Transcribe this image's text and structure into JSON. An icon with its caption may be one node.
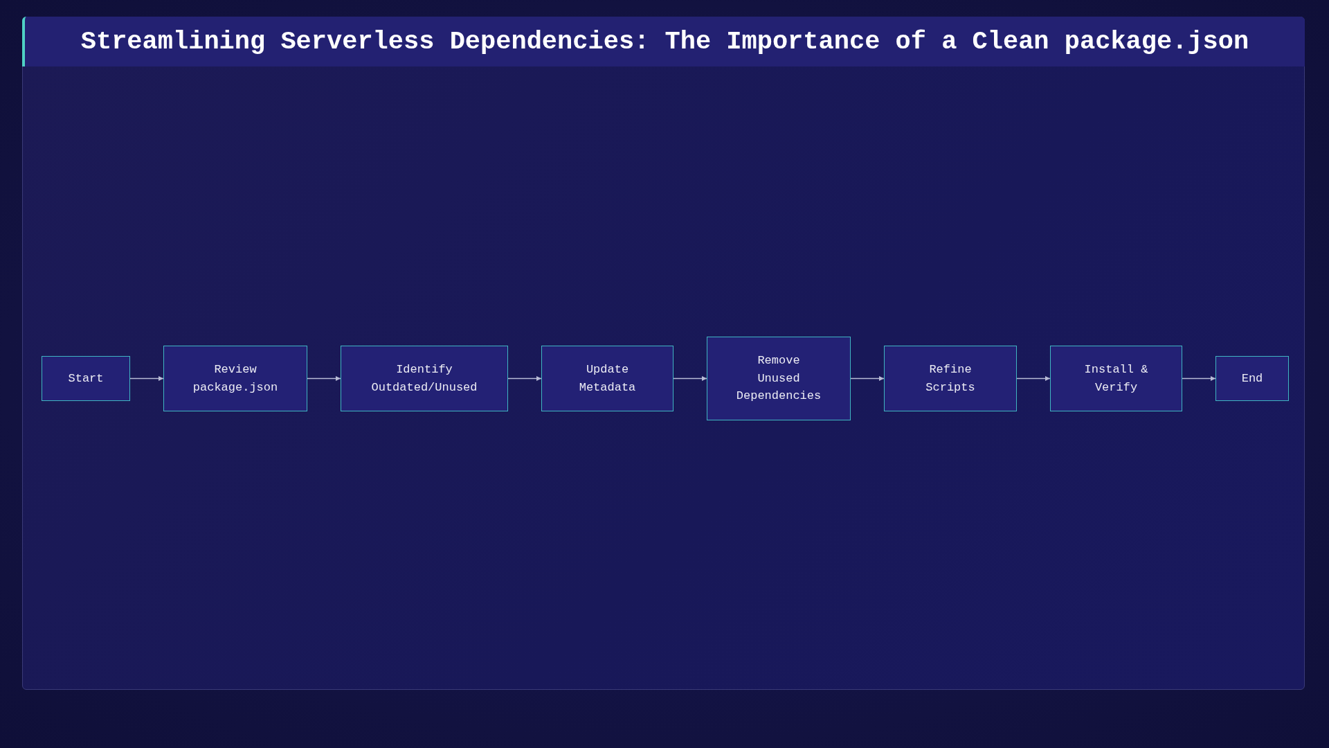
{
  "diagram": {
    "title": "Streamlining Serverless Dependencies: The Importance of a Clean package.json",
    "nodes": [
      {
        "text": [
          "Start"
        ]
      },
      {
        "text": [
          "Review package.json"
        ]
      },
      {
        "text": [
          "Identify Outdated/Unused"
        ]
      },
      {
        "text": [
          "Update Metadata"
        ]
      },
      {
        "text": [
          "Remove Unused Dependencies"
        ]
      },
      {
        "text": [
          "Refine Scripts"
        ]
      },
      {
        "text": [
          "Install & Verify"
        ]
      },
      {
        "text": [
          "End"
        ]
      }
    ],
    "edges": [
      {
        "from": 0,
        "to": 1,
        "arrow": "to"
      },
      {
        "from": 1,
        "to": 2,
        "arrow": "to"
      },
      {
        "from": 2,
        "to": 3,
        "arrow": "to"
      },
      {
        "from": 3,
        "to": 4,
        "arrow": "to"
      },
      {
        "from": 4,
        "to": 5,
        "arrow": "to"
      },
      {
        "from": 5,
        "to": 6,
        "arrow": "to"
      },
      {
        "from": 6,
        "to": 7,
        "arrow": "to"
      }
    ]
  }
}
